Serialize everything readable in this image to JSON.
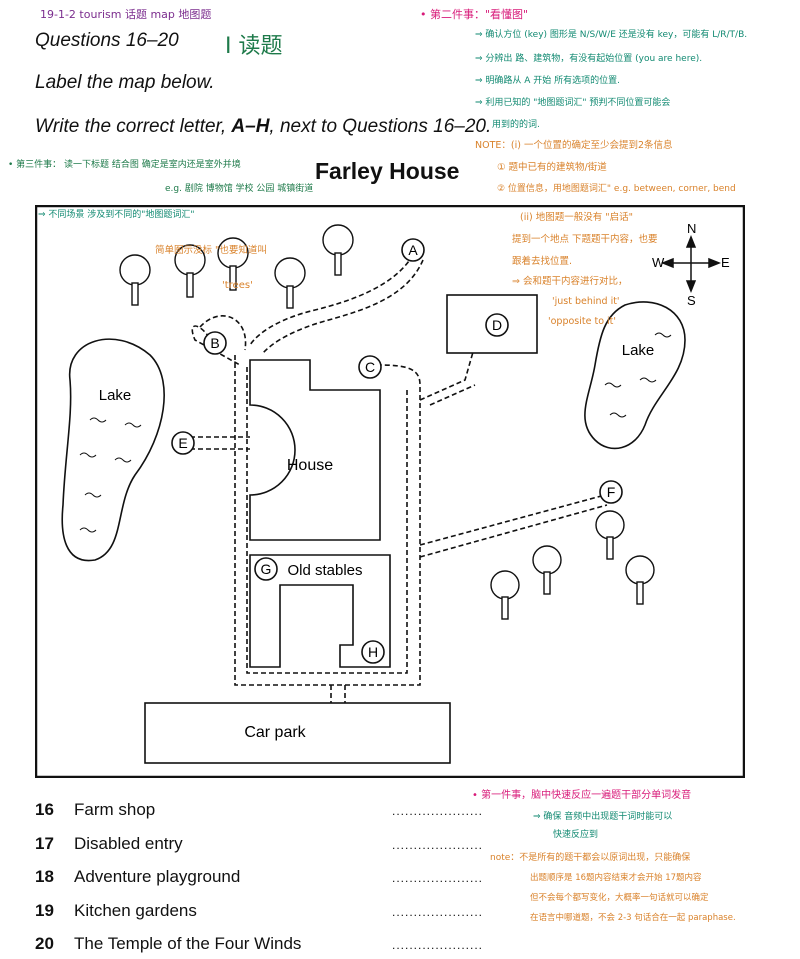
{
  "header_note": "19-1-2 tourism 话题 map 地图题",
  "section_title": "Questions 16–20",
  "task_label": "Ⅰ 读题",
  "instruction1": "Label the map below.",
  "instruction2_pre": "Write the correct letter, ",
  "instruction2_bold": "A–H",
  "instruction2_post": ", next to Questions 16–20.",
  "map_title": "Farley House",
  "map_labels": {
    "lake_left": "Lake",
    "lake_right": "Lake",
    "house": "House",
    "old_stables": "Old stables",
    "car_park": "Car park",
    "compass_n": "N",
    "compass_s": "S",
    "compass_e": "E",
    "compass_w": "W"
  },
  "map_markers": [
    "A",
    "B",
    "C",
    "D",
    "E",
    "F",
    "G",
    "H"
  ],
  "questions": [
    {
      "num": "16",
      "text": "Farm shop",
      "answer": "....................."
    },
    {
      "num": "17",
      "text": "Disabled entry",
      "answer": "....................."
    },
    {
      "num": "18",
      "text": "Adventure playground",
      "answer": "....................."
    },
    {
      "num": "19",
      "text": "Kitchen gardens",
      "answer": "....................."
    },
    {
      "num": "20",
      "text": "The Temple of the Four Winds",
      "answer": "....................."
    }
  ],
  "annotations": {
    "step2_title": "• 第二件事：\"看懂图\"",
    "step2_line1": "⇒ 确认方位 (key) 图形是 N/S/W/E 还是没有 key，可能有 L/R/T/B.",
    "step2_line2": "⇒ 分辨出 路、建筑物，有没有起始位置 (you are here).",
    "step2_line3": "⇒ 明确路从 A 开始 所有选项的位置.",
    "step2_line4": "⇒ 利用已知的 \"地图题词汇\" 预判不同位置可能会",
    "step2_line5": "用到的的词.",
    "note_line1": "NOTE：(i) 一个位置的确定至少会提到2条信息",
    "note_line2": "① 题中已有的建筑物/街道",
    "note_line3": "② 位置信息，用地图题词汇\" e.g. between, corner, bend",
    "step3_title": "• 第三件事： 读一下标题  结合图  确定是室内还是室外并境",
    "step3_eg": "e.g. 剧院  博物馆        学校  公园  城镇街道",
    "vocab_note": "⇒ 不同场景 涉及到不同的\"地图题词汇\"",
    "trees_note1": "简单图示没标 \"也要知道叫",
    "trees_note2": "'trees'",
    "clue_line1": "(ii) 地图题一般没有 \"启话\"",
    "clue_line2": "提到一个地点 下题题干内容，也要",
    "clue_line3": "跟着去找位置.",
    "clue_line4": "⇒ 会和题干内容进行对比，",
    "clue_line5": "'just behind it'",
    "clue_line6": "'opposite to it'",
    "step1_title": "• 第一件事，脑中快速反应一遍题干部分单词发音",
    "step1_line1": "⇒ 确保 音频中出现题干词时能可以",
    "step1_line2": "快速反应到",
    "order_line1": "note：不是所有的题干都会以原词出现，只能确保",
    "order_line2": "出题顺序是 16题内容结束才会开始 17题内容",
    "order_line3": "但不会每个都写变化，大概率一句话就可以确定",
    "order_line4": "在语言中哪道题，不会 2-3 句话合在一起 paraphase."
  },
  "colors": {
    "handwriting_purple": "#7b2d8e",
    "handwriting_green": "#1e7a4a",
    "handwriting_orange": "#d9822b",
    "handwriting_teal": "#128a72",
    "handwriting_pink": "#d81b7a"
  }
}
